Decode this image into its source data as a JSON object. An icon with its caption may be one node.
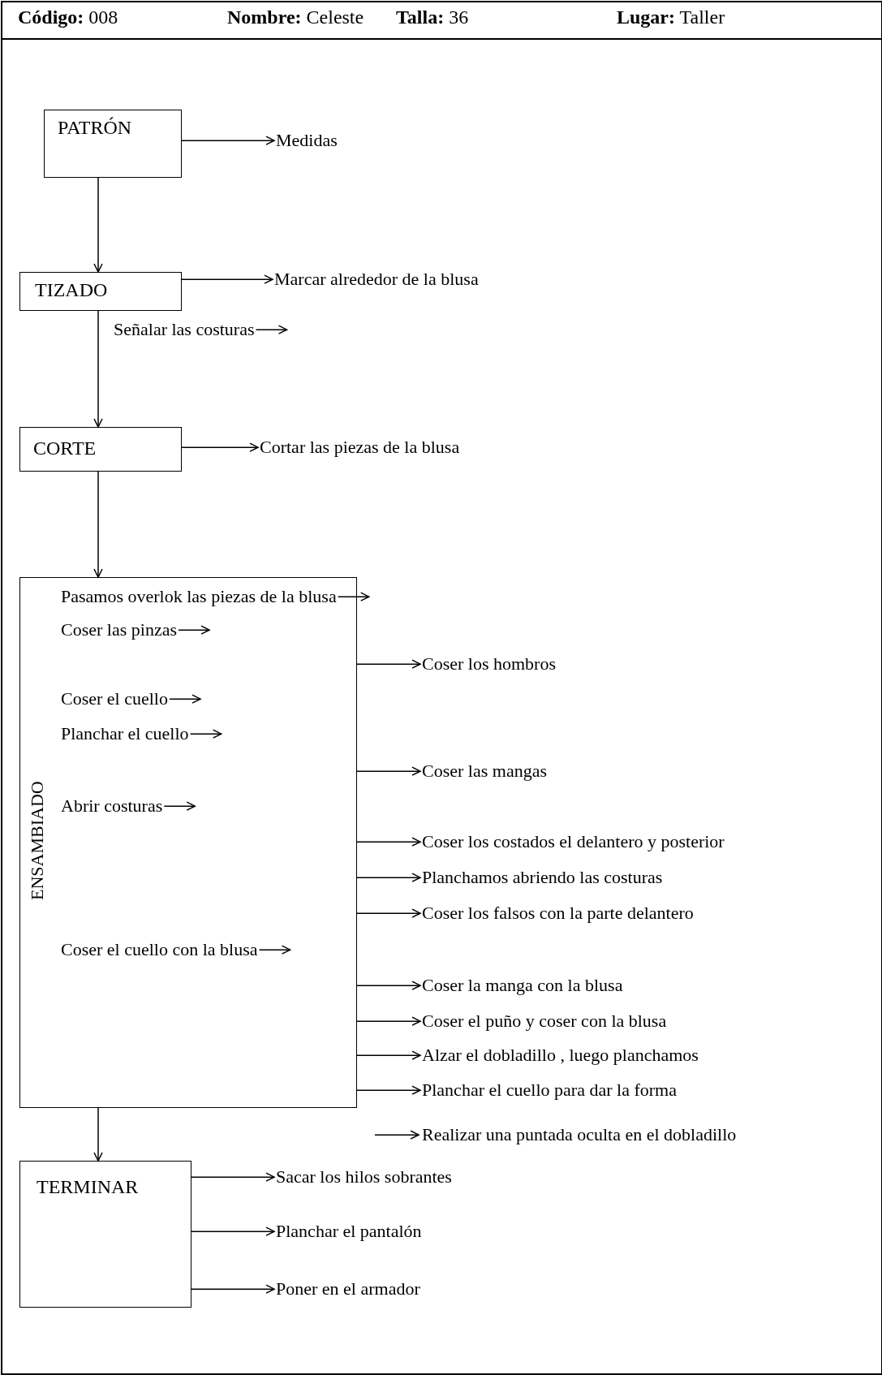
{
  "diagram": {
    "nodes": [
      {
        "text": [
          "PATRÓN"
        ]
      },
      {
        "text": [
          "Medidas"
        ]
      },
      {
        "text": [
          "TIZADO"
        ]
      },
      {
        "text": [
          "Marcar alrededor de la blusa"
        ]
      },
      {
        "text": [
          "Señalar las costuras"
        ]
      },
      {
        "text": [
          "CORTE"
        ]
      },
      {
        "text": [
          "Cortar las piezas de la blusa"
        ]
      },
      {
        "text": [
          "ENSAMBIADO"
        ]
      },
      {
        "text": [
          "Pasamos overlok las piezas de la blusa"
        ],
        "in": 7
      },
      {
        "text": [
          "Coser las pinzas"
        ],
        "in": 7
      },
      {
        "text": [
          "Coser los hombros"
        ]
      },
      {
        "text": [
          "Coser el cuello"
        ],
        "in": 7
      },
      {
        "text": [
          "Planchar el cuello"
        ],
        "in": 7
      },
      {
        "text": [
          "Coser las mangas"
        ]
      },
      {
        "text": [
          "Abrir costuras"
        ],
        "in": 7
      },
      {
        "text": [
          "Coser los costados el delantero y posterior"
        ]
      },
      {
        "text": [
          "Planchamos abriendo las costuras"
        ]
      },
      {
        "text": [
          "Coser los falsos con la parte delantero"
        ]
      },
      {
        "text": [
          "Coser el cuello con la blusa"
        ],
        "in": 7
      },
      {
        "text": [
          "Coser la manga con la blusa"
        ]
      },
      {
        "text": [
          "Coser el puño y coser con la blusa"
        ]
      },
      {
        "text": [
          "Alzar el dobladillo , luego planchamos"
        ]
      },
      {
        "text": [
          "Planchar el cuello para dar la forma"
        ]
      },
      {
        "text": [
          "Realizar una puntada oculta en el dobladillo"
        ]
      },
      {
        "text": [
          "TERMINAR"
        ]
      },
      {
        "text": [
          "Sacar los hilos sobrantes"
        ]
      },
      {
        "text": [
          "Planchar el pantalón"
        ]
      },
      {
        "text": [
          "Poner en el armador"
        ]
      }
    ],
    "edges": [
      {
        "from": 0,
        "to": 1,
        "arrow": "to"
      },
      {
        "from": 0,
        "to": 2,
        "arrow": "to"
      },
      {
        "from": 2,
        "to": 3,
        "arrow": "to"
      },
      {
        "from": 4,
        "to": null,
        "arrow": "to"
      },
      {
        "from": 2,
        "to": 5,
        "arrow": "to"
      },
      {
        "from": 5,
        "to": 6,
        "arrow": "to"
      },
      {
        "from": 5,
        "to": 7,
        "arrow": "to"
      },
      {
        "from": 8,
        "to": null,
        "arrow": "to"
      },
      {
        "from": 9,
        "to": null,
        "arrow": "to"
      },
      {
        "from": 7,
        "to": 10,
        "arrow": "to"
      },
      {
        "from": 11,
        "to": null,
        "arrow": "to"
      },
      {
        "from": 12,
        "to": null,
        "arrow": "to"
      },
      {
        "from": 7,
        "to": 13,
        "arrow": "to"
      },
      {
        "from": 14,
        "to": null,
        "arrow": "to"
      },
      {
        "from": 7,
        "to": 15,
        "arrow": "to"
      },
      {
        "from": 7,
        "to": 16,
        "arrow": "to"
      },
      {
        "from": 7,
        "to": 17,
        "arrow": "to"
      },
      {
        "from": 18,
        "to": null,
        "arrow": "to"
      },
      {
        "from": 7,
        "to": 19,
        "arrow": "to"
      },
      {
        "from": 7,
        "to": 20,
        "arrow": "to"
      },
      {
        "from": 7,
        "to": 21,
        "arrow": "to"
      },
      {
        "from": 7,
        "to": 22,
        "arrow": "to"
      },
      {
        "from": null,
        "to": 23,
        "arrow": "to"
      },
      {
        "from": 7,
        "to": 24,
        "arrow": "to"
      },
      {
        "from": 24,
        "to": 25,
        "arrow": "to"
      },
      {
        "from": 24,
        "to": 26,
        "arrow": "to"
      },
      {
        "from": 24,
        "to": 27,
        "arrow": "to"
      }
    ],
    "labels": [
      "**Código:** 008",
      "**Nombre:** Celeste",
      "**Talla:** 36",
      "**Lugar:** Taller"
    ]
  }
}
